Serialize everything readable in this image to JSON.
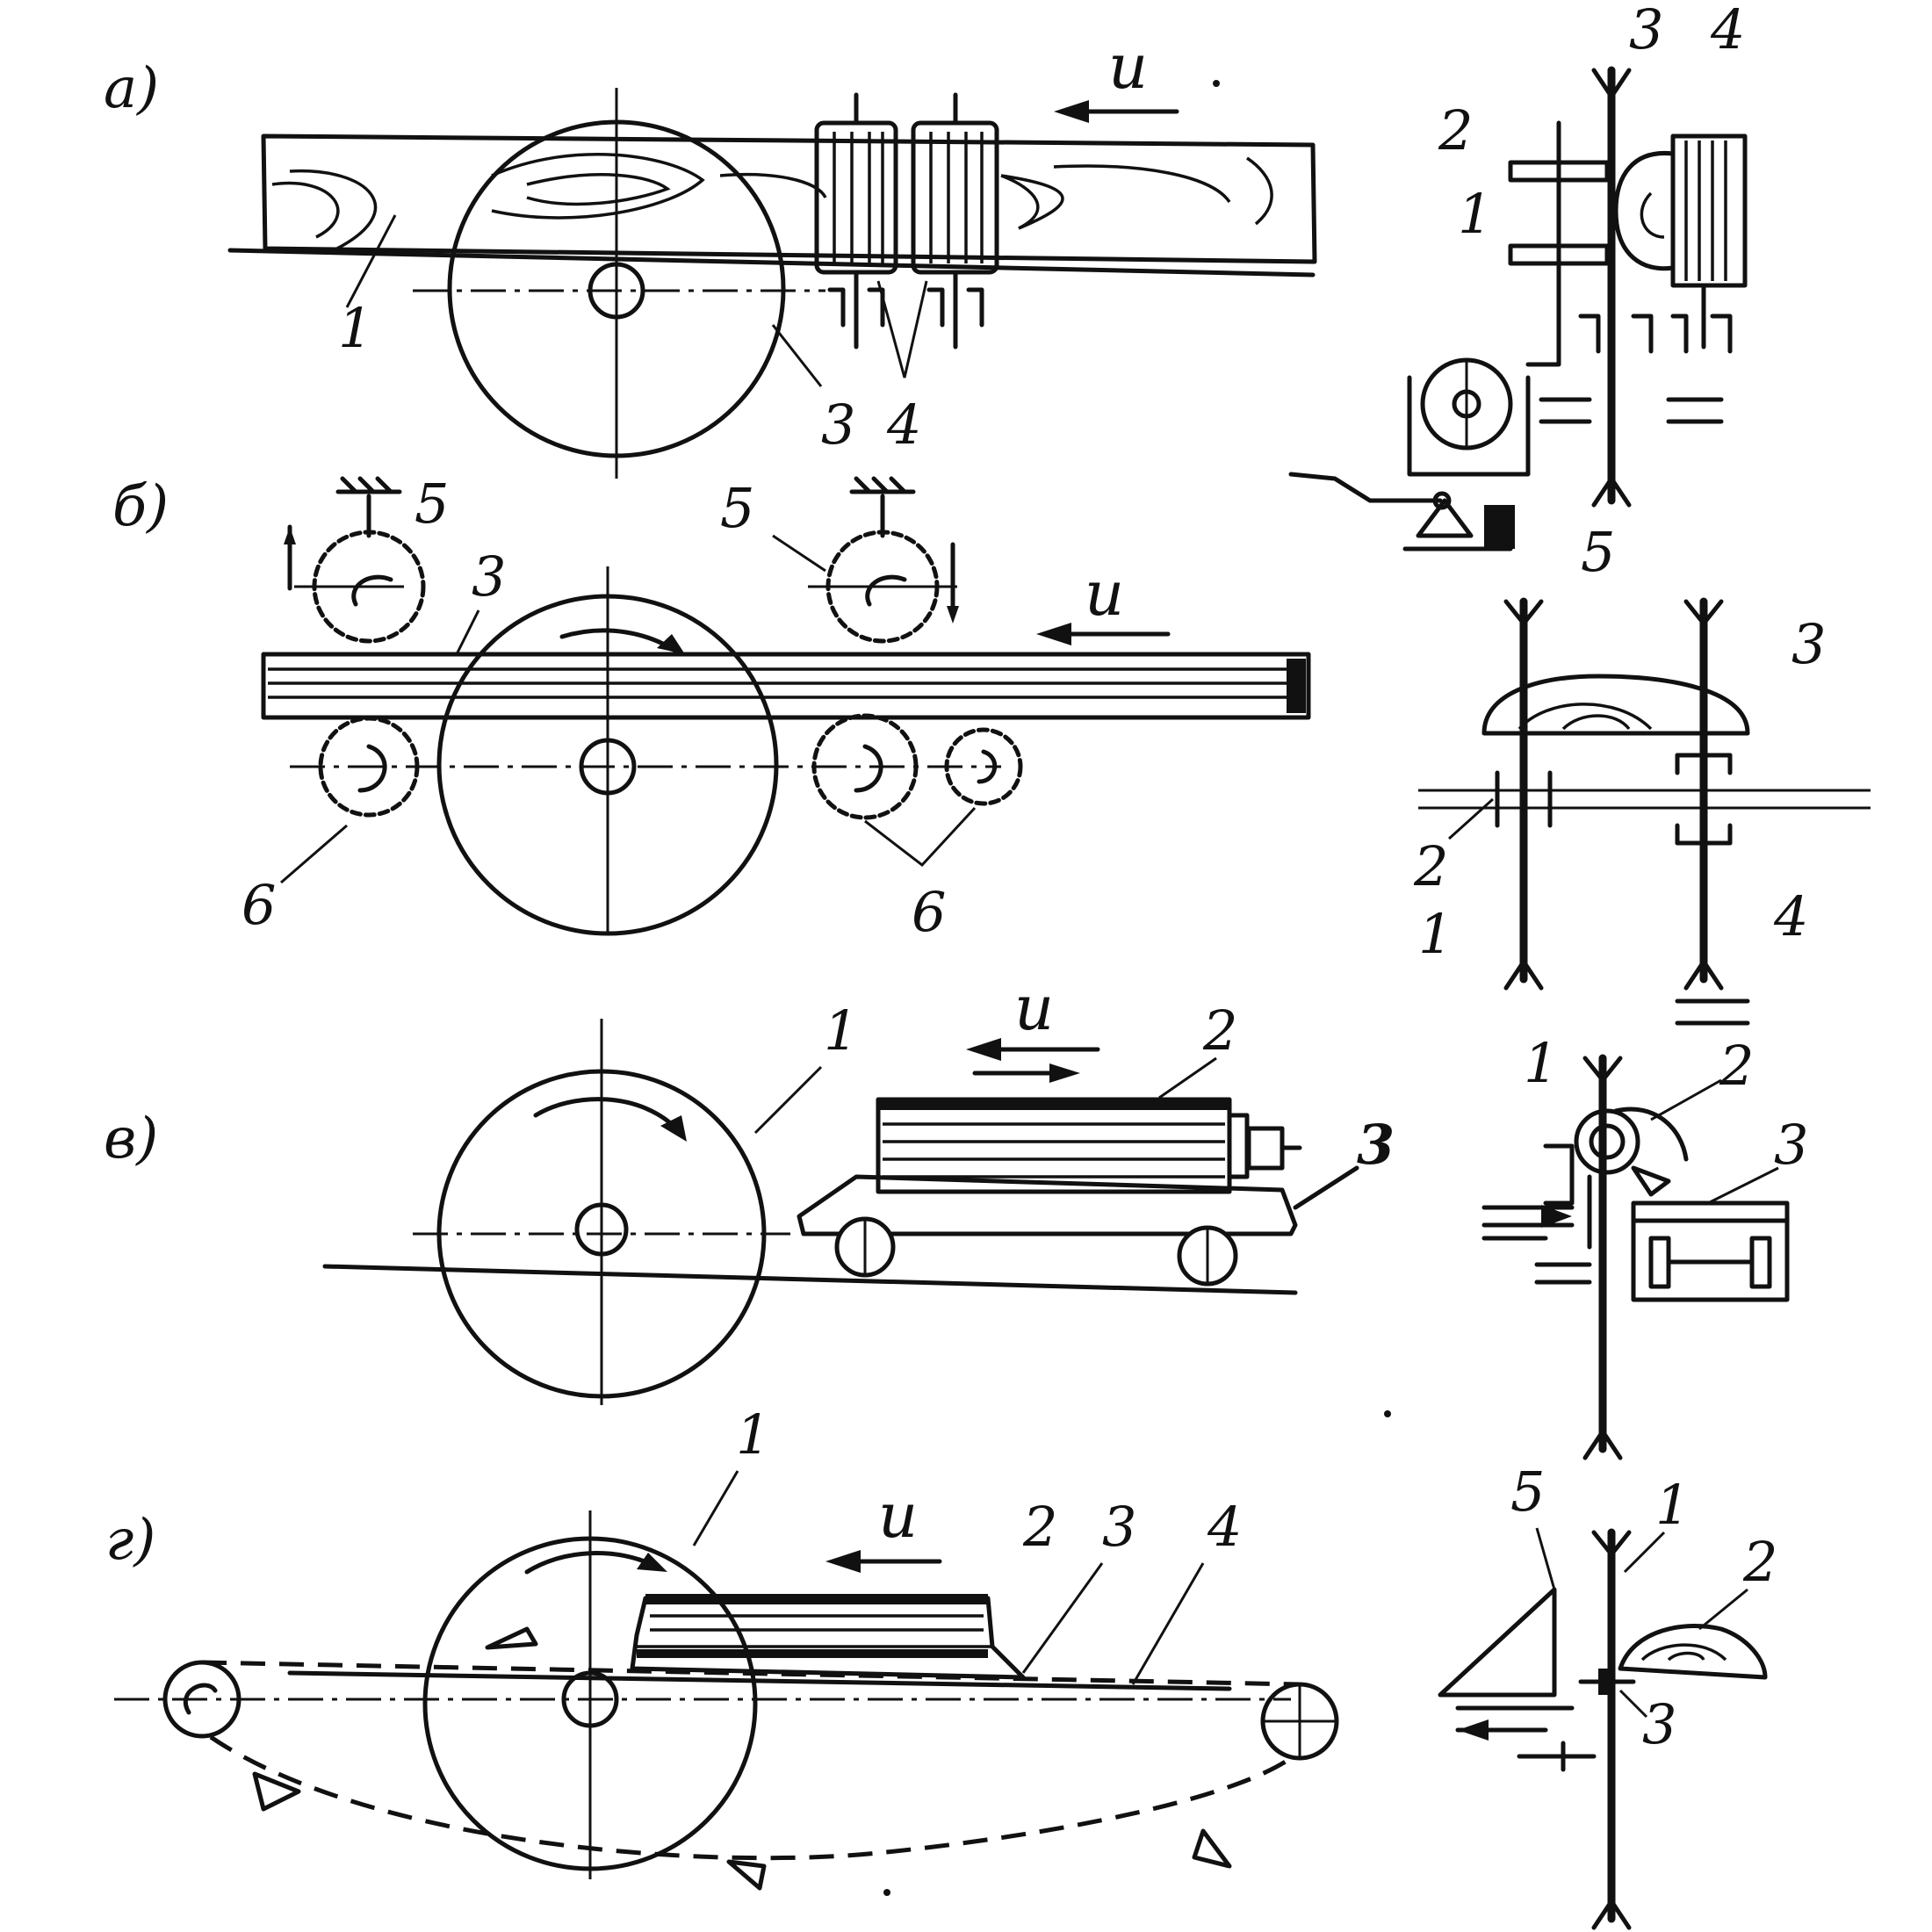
{
  "panels": [
    {
      "id": "a",
      "label": "а)",
      "feed": "u",
      "parts": [
        "1",
        "3",
        "4"
      ],
      "side_parts": [
        "3",
        "4",
        "2",
        "1",
        "5"
      ]
    },
    {
      "id": "b",
      "label": "б)",
      "feed": "u",
      "parts": [
        "5",
        "3",
        "5",
        "6",
        "6"
      ],
      "side_parts": [
        "3",
        "2",
        "1",
        "4"
      ]
    },
    {
      "id": "v",
      "label": "в)",
      "feed": "u",
      "parts": [
        "1",
        "2",
        "3"
      ],
      "side_parts": [
        "1",
        "2",
        "3"
      ]
    },
    {
      "id": "g",
      "label": "г)",
      "feed": "u",
      "parts": [
        "1",
        "2",
        "3",
        "4"
      ],
      "side_parts": [
        "5",
        "1",
        "2",
        "3"
      ]
    }
  ]
}
